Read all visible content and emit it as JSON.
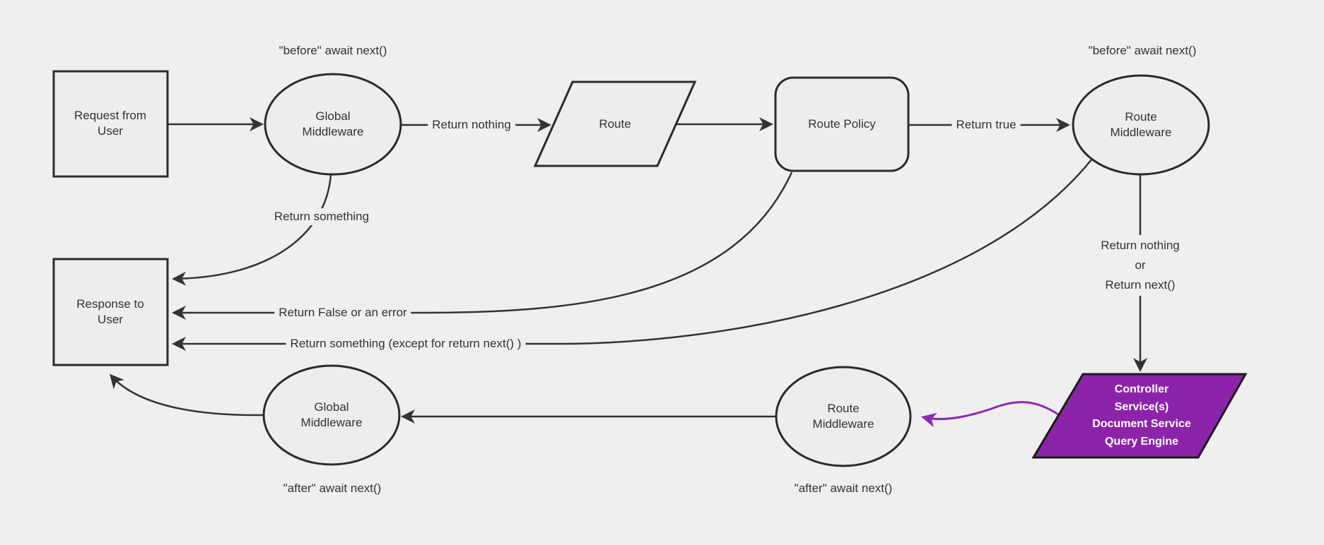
{
  "colors": {
    "background": "#efefef",
    "node_fill": "#ededed",
    "node_stroke": "#2b2b2b",
    "edge_stroke": "#333333",
    "text": "#333333",
    "purple_fill": "#8b24a8",
    "purple_arrow": "#8e2bb0",
    "controller_text": "#ffffff"
  },
  "nodes": {
    "request": {
      "label": "Request from\nUser"
    },
    "global_middleware_top": {
      "label": "Global\nMiddleware"
    },
    "route": {
      "label": "Route"
    },
    "route_policy": {
      "label": "Route Policy"
    },
    "route_middleware_top": {
      "label": "Route\nMiddleware"
    },
    "response": {
      "label": "Response to\nUser"
    },
    "route_middleware_bottom": {
      "label": "Route\nMiddleware"
    },
    "global_middleware_bottom": {
      "label": "Global\nMiddleware"
    },
    "controller": {
      "label": "Controller\nService(s)\nDocument Service\nQuery Engine"
    }
  },
  "edge_labels": {
    "before_global": "\"before\" await next()",
    "before_route": "\"before\" await next()",
    "return_nothing": "Return nothing",
    "return_true": "Return true",
    "return_something": "Return something",
    "return_false_or_error": "Return False or an error",
    "return_something_except": "Return something (except for return next() )",
    "return_nothing_or_next": "Return nothing\nor\nReturn next()",
    "after_global": "\"after\" await next()",
    "after_route": "\"after\" await next()"
  }
}
